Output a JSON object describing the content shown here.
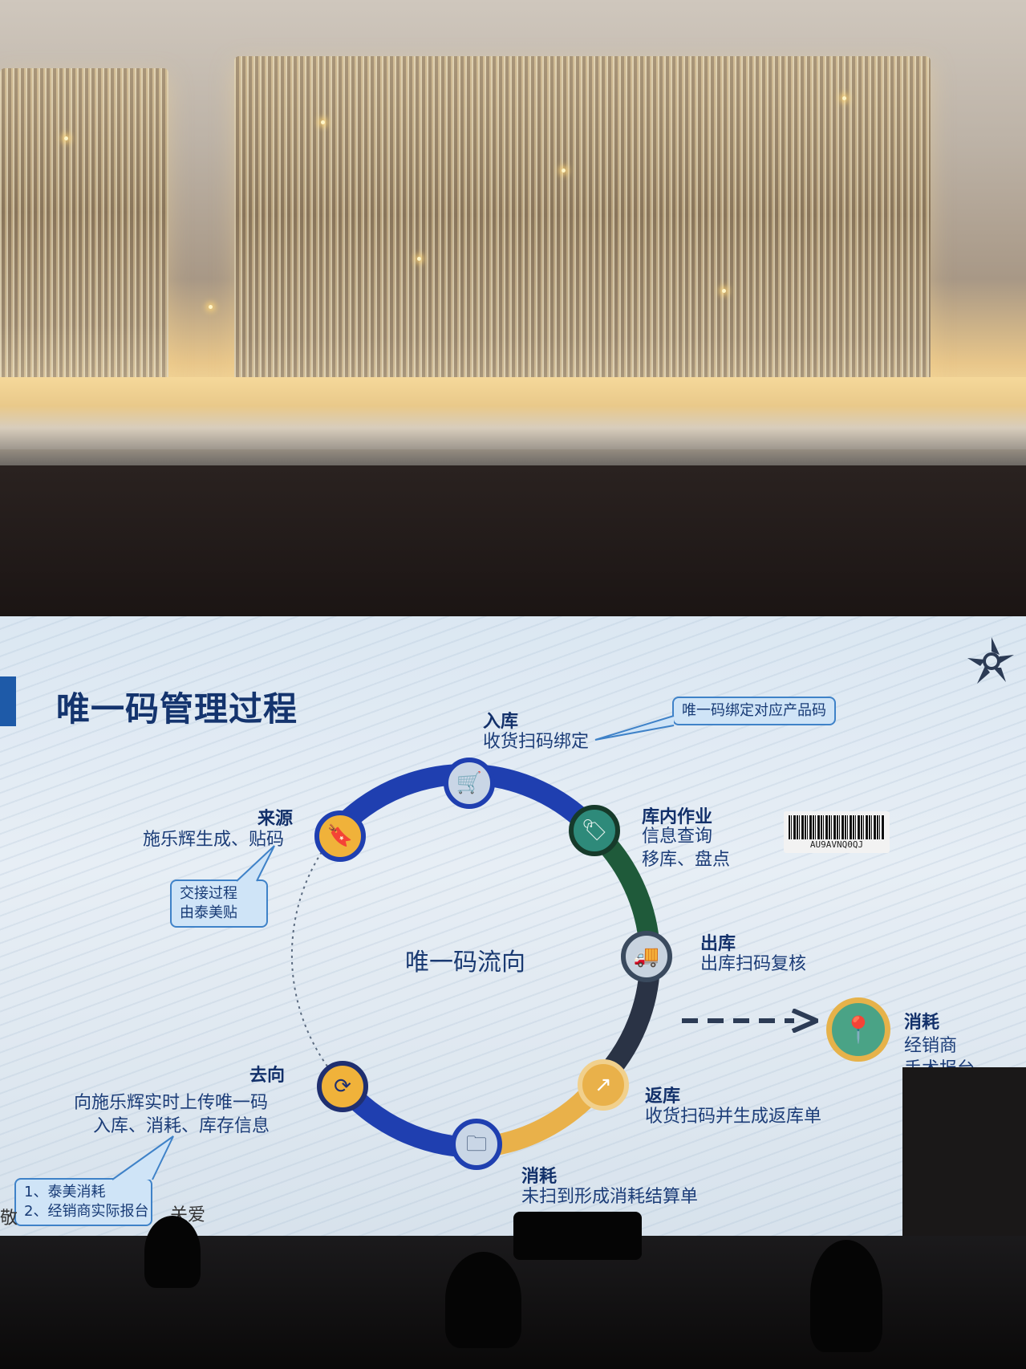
{
  "slide": {
    "title": "唯一码管理过程",
    "center": "唯一码流向"
  },
  "stages": {
    "source": {
      "title": "来源",
      "lines": [
        "施乐辉生成、贴码"
      ],
      "icon": "bookmark-icon",
      "color": "#f0b23a"
    },
    "inbound": {
      "title": "入库",
      "lines": [
        "收货扫码绑定"
      ],
      "icon": "cart-icon",
      "color": "#c9d6e6"
    },
    "warehouse": {
      "title": "库内作业",
      "lines": [
        "信息查询",
        "移库、盘点"
      ],
      "icon": "tag-icon",
      "color": "#2e8a7a"
    },
    "outbound": {
      "title": "出库",
      "lines": [
        "出库扫码复核"
      ],
      "icon": "truck-icon",
      "color": "#c8d3df"
    },
    "return": {
      "title": "返库",
      "lines": [
        "收货扫码并生成返库单"
      ],
      "icon": "return-arrow-icon",
      "color": "#e9b14a"
    },
    "consume": {
      "title": "消耗",
      "lines": [
        "未扫到形成消耗结算单"
      ],
      "icon": "folder-icon",
      "color": "#c9d6e6"
    },
    "destination": {
      "title": "去向",
      "lines": [
        "向施乐辉实时上传唯一码",
        "入库、消耗、库存信息"
      ],
      "icon": "refresh-globe-icon",
      "color": "#f0b23a"
    },
    "consume_right": {
      "title": "消耗",
      "lines": [
        "经销商",
        "手术报台"
      ],
      "icon": "location-pin-icon",
      "color": "#4aa386"
    }
  },
  "callouts": {
    "bind": "唯一码绑定对应产品码",
    "handover": [
      "交接过程",
      "由泰美贴"
    ],
    "consumption": [
      "1、泰美消耗",
      "2、经销商实际报台"
    ],
    "consumption_tail_left": "敬",
    "consumption_tail_right": "关爱"
  },
  "barcode": {
    "code": "AU9AVNQ0QJ"
  },
  "colors": {
    "ring_blue": "#1f3fb0",
    "ring_green": "#1f5a3a",
    "ring_dark": "#2a3345",
    "ring_orange": "#e9b14a",
    "title": "#14346e"
  }
}
